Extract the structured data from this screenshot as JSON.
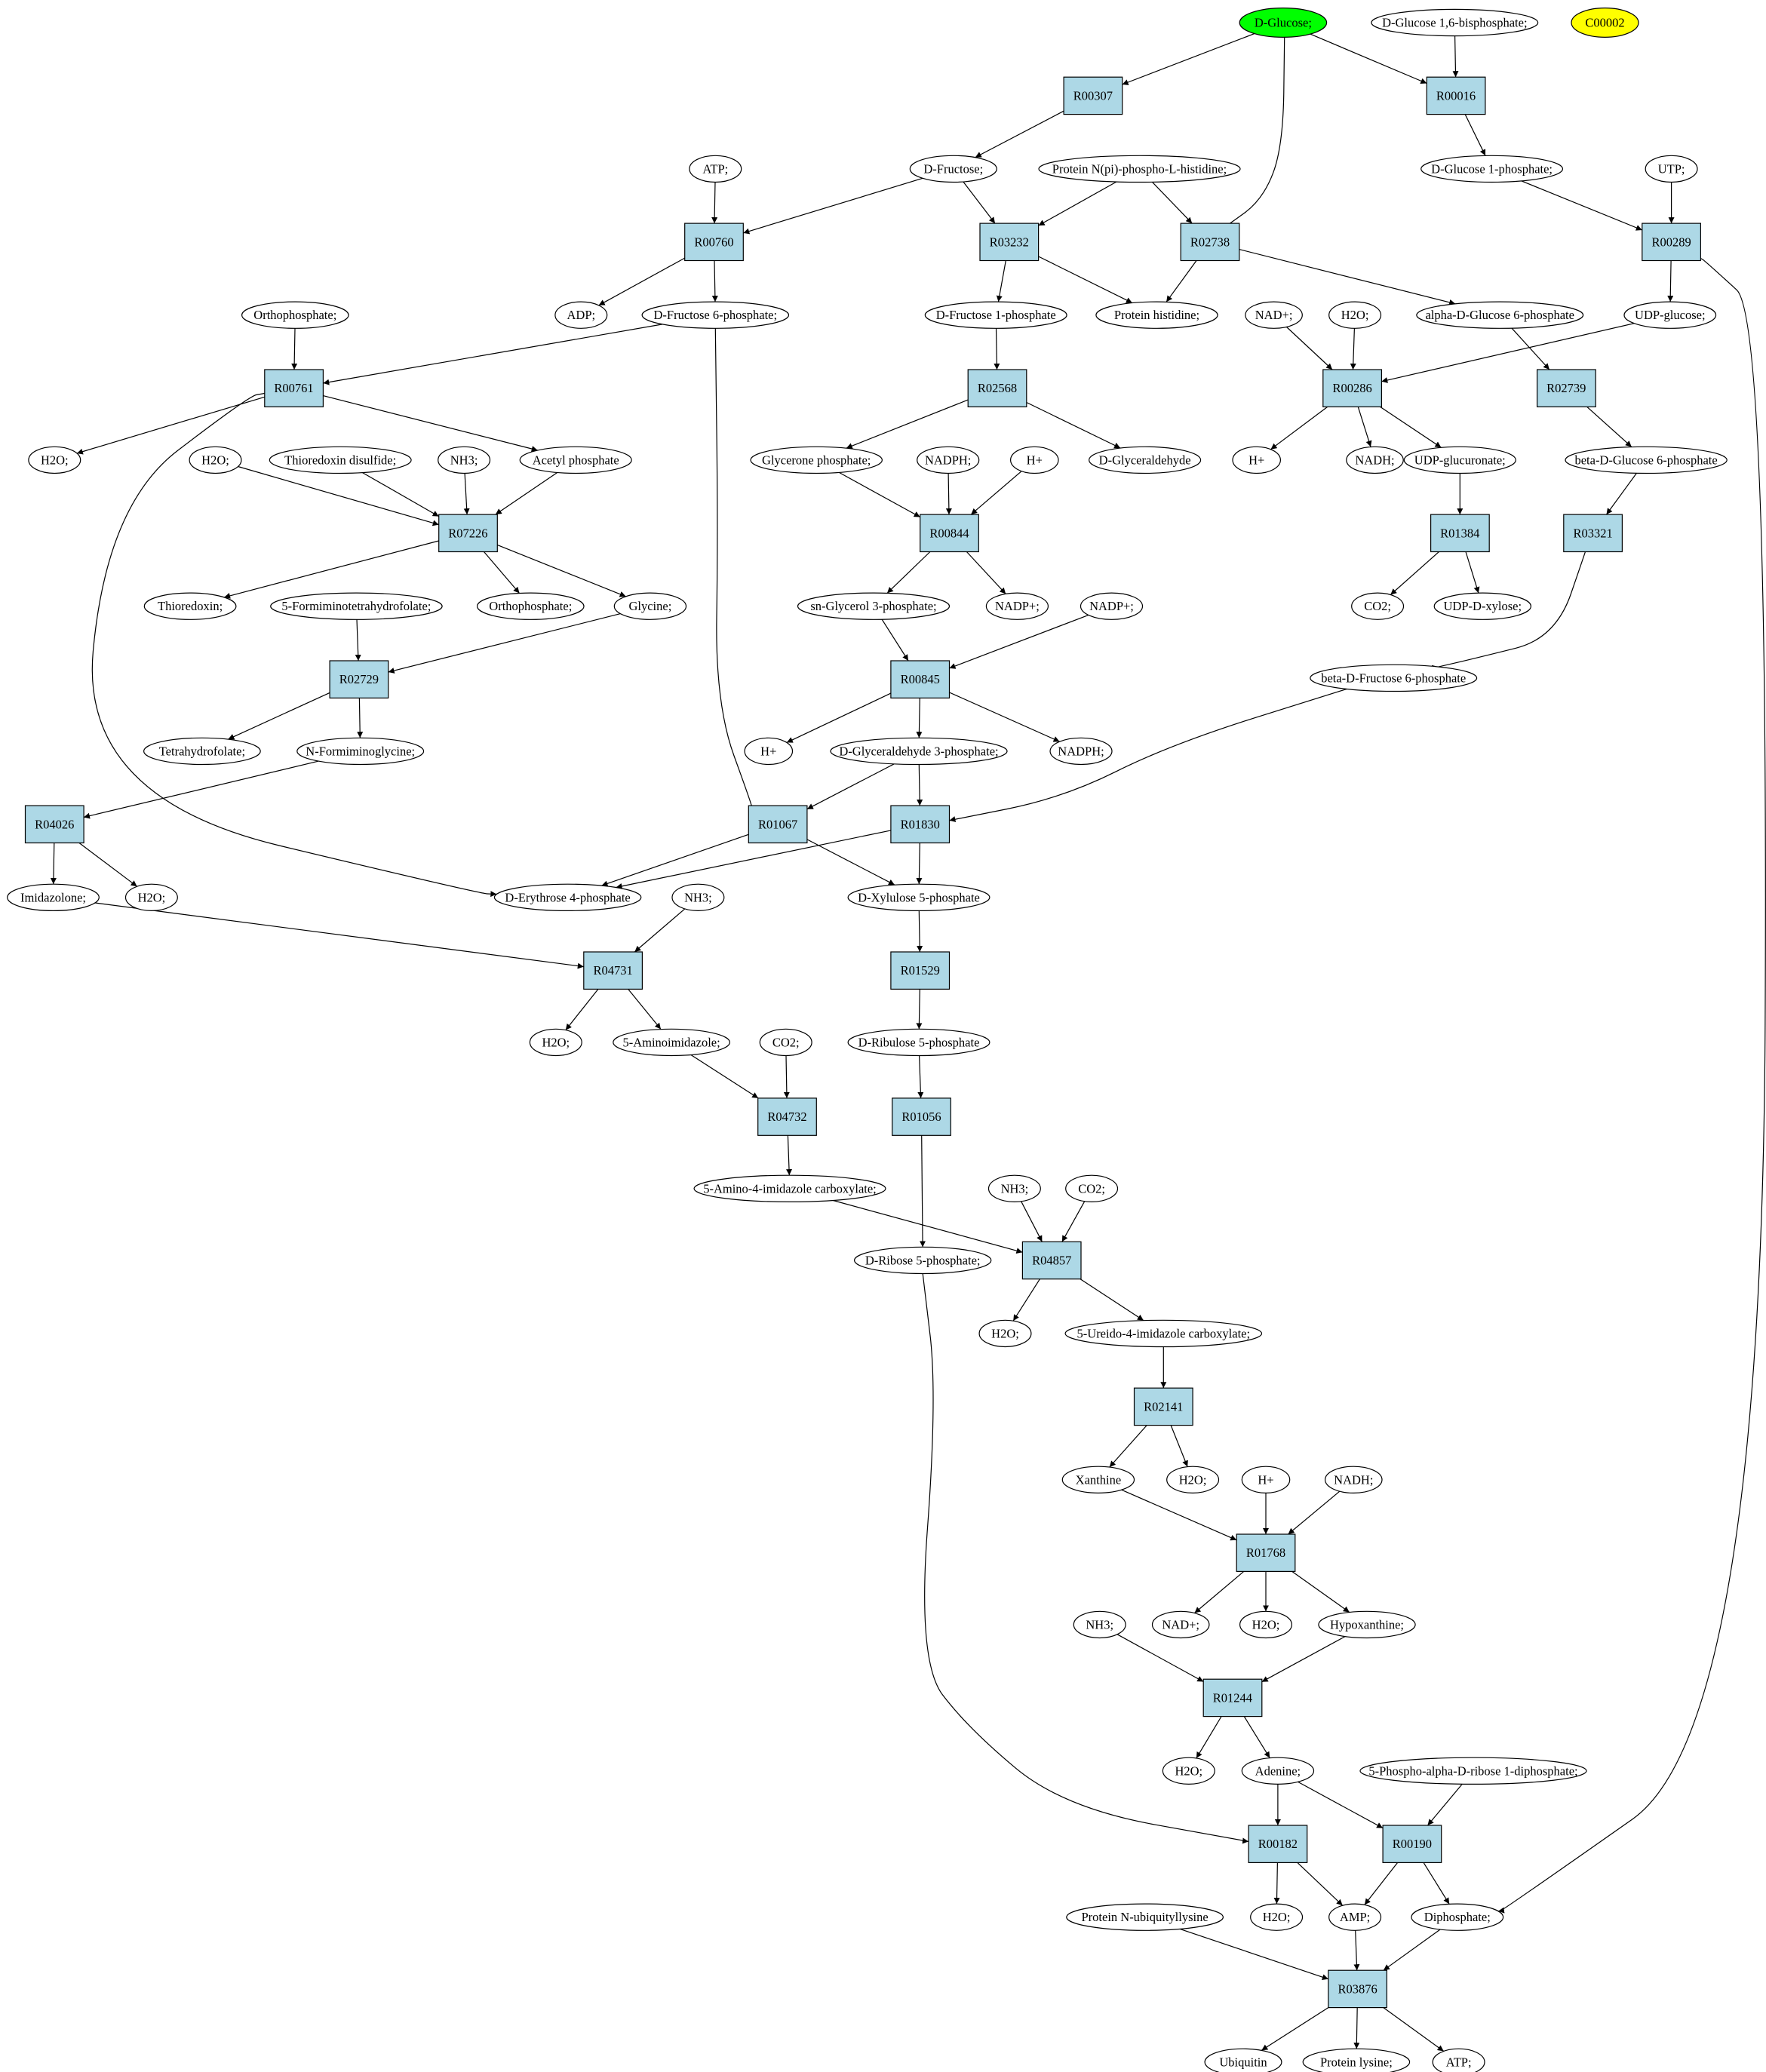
{
  "legend": {
    "seed": "D-Glucose;",
    "query": "C00002"
  },
  "colors": {
    "seed_fill": "#00ff00",
    "query_fill": "#ffff00",
    "reaction_fill": "#add8e6",
    "compound_fill": "#ffffff",
    "stroke": "#000000"
  },
  "nodes": [
    {
      "id": "glc",
      "label": "D-Glucose;",
      "kind": "seed"
    },
    {
      "id": "g16bp",
      "label": "D-Glucose 1,6-bisphosphate;",
      "kind": "compound"
    },
    {
      "id": "c00002",
      "label": "C00002",
      "kind": "query"
    },
    {
      "id": "R00307",
      "label": "R00307",
      "kind": "reaction"
    },
    {
      "id": "R00016",
      "label": "R00016",
      "kind": "reaction"
    },
    {
      "id": "atp1",
      "label": "ATP;",
      "kind": "compound"
    },
    {
      "id": "fru",
      "label": "D-Fructose;",
      "kind": "compound"
    },
    {
      "id": "pnph",
      "label": "Protein N(pi)-phospho-L-histidine;",
      "kind": "compound"
    },
    {
      "id": "g1p",
      "label": "D-Glucose 1-phosphate;",
      "kind": "compound"
    },
    {
      "id": "utp",
      "label": "UTP;",
      "kind": "compound"
    },
    {
      "id": "R00760",
      "label": "R00760",
      "kind": "reaction"
    },
    {
      "id": "R03232",
      "label": "R03232",
      "kind": "reaction"
    },
    {
      "id": "R02738",
      "label": "R02738",
      "kind": "reaction"
    },
    {
      "id": "R00289",
      "label": "R00289",
      "kind": "reaction"
    },
    {
      "id": "orthop1",
      "label": "Orthophosphate;",
      "kind": "compound"
    },
    {
      "id": "adp",
      "label": "ADP;",
      "kind": "compound"
    },
    {
      "id": "f6p",
      "label": "D-Fructose 6-phosphate;",
      "kind": "compound"
    },
    {
      "id": "f1p",
      "label": "D-Fructose 1-phosphate",
      "kind": "compound"
    },
    {
      "id": "phis",
      "label": "Protein histidine;",
      "kind": "compound"
    },
    {
      "id": "nadp1",
      "label": "NAD+;",
      "kind": "compound"
    },
    {
      "id": "h2o_a",
      "label": "H2O;",
      "kind": "compound"
    },
    {
      "id": "ag6p",
      "label": "alpha-D-Glucose 6-phosphate",
      "kind": "compound"
    },
    {
      "id": "udpg",
      "label": "UDP-glucose;",
      "kind": "compound"
    },
    {
      "id": "R00761",
      "label": "R00761",
      "kind": "reaction"
    },
    {
      "id": "R02568",
      "label": "R02568",
      "kind": "reaction"
    },
    {
      "id": "R00286",
      "label": "R00286",
      "kind": "reaction"
    },
    {
      "id": "R02739",
      "label": "R02739",
      "kind": "reaction"
    },
    {
      "id": "h2o_b",
      "label": "H2O;",
      "kind": "compound"
    },
    {
      "id": "h2o_c",
      "label": "H2O;",
      "kind": "compound"
    },
    {
      "id": "trxs",
      "label": "Thioredoxin disulfide;",
      "kind": "compound"
    },
    {
      "id": "nh3_a",
      "label": "NH3;",
      "kind": "compound"
    },
    {
      "id": "acp",
      "label": "Acetyl phosphate",
      "kind": "compound"
    },
    {
      "id": "glyp",
      "label": "Glycerone phosphate;",
      "kind": "compound"
    },
    {
      "id": "nadph_a",
      "label": "NADPH;",
      "kind": "compound"
    },
    {
      "id": "hplus_a",
      "label": "H+",
      "kind": "compound"
    },
    {
      "id": "glyald",
      "label": "D-Glyceraldehyde",
      "kind": "compound"
    },
    {
      "id": "hplus_b",
      "label": "H+",
      "kind": "compound"
    },
    {
      "id": "nadh_a",
      "label": "NADH;",
      "kind": "compound"
    },
    {
      "id": "udpglcA",
      "label": "UDP-glucuronate;",
      "kind": "compound"
    },
    {
      "id": "bg6p",
      "label": "beta-D-Glucose 6-phosphate",
      "kind": "compound"
    },
    {
      "id": "R07226",
      "label": "R07226",
      "kind": "reaction"
    },
    {
      "id": "R00844",
      "label": "R00844",
      "kind": "reaction"
    },
    {
      "id": "R01384",
      "label": "R01384",
      "kind": "reaction"
    },
    {
      "id": "R03321",
      "label": "R03321",
      "kind": "reaction"
    },
    {
      "id": "trx",
      "label": "Thioredoxin;",
      "kind": "compound"
    },
    {
      "id": "fthf",
      "label": "5-Formiminotetrahydrofolate;",
      "kind": "compound"
    },
    {
      "id": "orthop2",
      "label": "Orthophosphate;",
      "kind": "compound"
    },
    {
      "id": "gly",
      "label": "Glycine;",
      "kind": "compound"
    },
    {
      "id": "g3p",
      "label": "sn-Glycerol 3-phosphate;",
      "kind": "compound"
    },
    {
      "id": "nadpp_a",
      "label": "NADP+;",
      "kind": "compound"
    },
    {
      "id": "nadpp_b",
      "label": "NADP+;",
      "kind": "compound"
    },
    {
      "id": "co2_a",
      "label": "CO2;",
      "kind": "compound"
    },
    {
      "id": "udpxyl",
      "label": "UDP-D-xylose;",
      "kind": "compound"
    },
    {
      "id": "bf6p",
      "label": "beta-D-Fructose 6-phosphate",
      "kind": "compound"
    },
    {
      "id": "R02729",
      "label": "R02729",
      "kind": "reaction"
    },
    {
      "id": "R00845",
      "label": "R00845",
      "kind": "reaction"
    },
    {
      "id": "thf",
      "label": "Tetrahydrofolate;",
      "kind": "compound"
    },
    {
      "id": "nfgly",
      "label": "N-Formiminoglycine;",
      "kind": "compound"
    },
    {
      "id": "hplus_c",
      "label": "H+",
      "kind": "compound"
    },
    {
      "id": "gap",
      "label": "D-Glyceraldehyde 3-phosphate;",
      "kind": "compound"
    },
    {
      "id": "nadph_b",
      "label": "NADPH;",
      "kind": "compound"
    },
    {
      "id": "R04026",
      "label": "R04026",
      "kind": "reaction"
    },
    {
      "id": "R01067",
      "label": "R01067",
      "kind": "reaction"
    },
    {
      "id": "R01830",
      "label": "R01830",
      "kind": "reaction"
    },
    {
      "id": "imid",
      "label": "Imidazolone;",
      "kind": "compound"
    },
    {
      "id": "h2o_d",
      "label": "H2O;",
      "kind": "compound"
    },
    {
      "id": "e4p",
      "label": "D-Erythrose 4-phosphate",
      "kind": "compound"
    },
    {
      "id": "nh3_b",
      "label": "NH3;",
      "kind": "compound"
    },
    {
      "id": "xu5p",
      "label": "D-Xylulose 5-phosphate",
      "kind": "compound"
    },
    {
      "id": "R04731",
      "label": "R04731",
      "kind": "reaction"
    },
    {
      "id": "R01529",
      "label": "R01529",
      "kind": "reaction"
    },
    {
      "id": "h2o_e",
      "label": "H2O;",
      "kind": "compound"
    },
    {
      "id": "aimid",
      "label": "5-Aminoimidazole;",
      "kind": "compound"
    },
    {
      "id": "co2_b",
      "label": "CO2;",
      "kind": "compound"
    },
    {
      "id": "ru5p",
      "label": "D-Ribulose 5-phosphate",
      "kind": "compound"
    },
    {
      "id": "R04732",
      "label": "R04732",
      "kind": "reaction"
    },
    {
      "id": "R01056",
      "label": "R01056",
      "kind": "reaction"
    },
    {
      "id": "aic",
      "label": "5-Amino-4-imidazole carboxylate;",
      "kind": "compound"
    },
    {
      "id": "nh3_c",
      "label": "NH3;",
      "kind": "compound"
    },
    {
      "id": "co2_c",
      "label": "CO2;",
      "kind": "compound"
    },
    {
      "id": "r5p",
      "label": "D-Ribose 5-phosphate;",
      "kind": "compound"
    },
    {
      "id": "R04857",
      "label": "R04857",
      "kind": "reaction"
    },
    {
      "id": "h2o_f",
      "label": "H2O;",
      "kind": "compound"
    },
    {
      "id": "uic",
      "label": "5-Ureido-4-imidazole carboxylate;",
      "kind": "compound"
    },
    {
      "id": "R02141",
      "label": "R02141",
      "kind": "reaction"
    },
    {
      "id": "xan",
      "label": "Xanthine",
      "kind": "compound"
    },
    {
      "id": "h2o_g",
      "label": "H2O;",
      "kind": "compound"
    },
    {
      "id": "hplus_d",
      "label": "H+",
      "kind": "compound"
    },
    {
      "id": "nadh_b",
      "label": "NADH;",
      "kind": "compound"
    },
    {
      "id": "R01768",
      "label": "R01768",
      "kind": "reaction"
    },
    {
      "id": "nh3_d",
      "label": "NH3;",
      "kind": "compound"
    },
    {
      "id": "nadp_b",
      "label": "NAD+;",
      "kind": "compound"
    },
    {
      "id": "h2o_h",
      "label": "H2O;",
      "kind": "compound"
    },
    {
      "id": "hypx",
      "label": "Hypoxanthine;",
      "kind": "compound"
    },
    {
      "id": "R01244",
      "label": "R01244",
      "kind": "reaction"
    },
    {
      "id": "h2o_i",
      "label": "H2O;",
      "kind": "compound"
    },
    {
      "id": "ade",
      "label": "Adenine;",
      "kind": "compound"
    },
    {
      "id": "prpp",
      "label": "5-Phospho-alpha-D-ribose 1-diphosphate;",
      "kind": "compound"
    },
    {
      "id": "R00182",
      "label": "R00182",
      "kind": "reaction"
    },
    {
      "id": "R00190",
      "label": "R00190",
      "kind": "reaction"
    },
    {
      "id": "pnub",
      "label": "Protein N-ubiquityllysine",
      "kind": "compound"
    },
    {
      "id": "h2o_j",
      "label": "H2O;",
      "kind": "compound"
    },
    {
      "id": "amp",
      "label": "AMP;",
      "kind": "compound"
    },
    {
      "id": "ppi",
      "label": "Diphosphate;",
      "kind": "compound"
    },
    {
      "id": "R03876",
      "label": "R03876",
      "kind": "reaction"
    },
    {
      "id": "ubq",
      "label": "Ubiquitin",
      "kind": "compound"
    },
    {
      "id": "plys",
      "label": "Protein lysine;",
      "kind": "compound"
    },
    {
      "id": "atp2",
      "label": "ATP;",
      "kind": "compound"
    }
  ],
  "edges": [
    [
      "glc",
      "R00307"
    ],
    [
      "glc",
      "R00016"
    ],
    [
      "glc",
      "R02738"
    ],
    [
      "g16bp",
      "R00016"
    ],
    [
      "R00307",
      "fru"
    ],
    [
      "R00016",
      "g1p"
    ],
    [
      "atp1",
      "R00760"
    ],
    [
      "fru",
      "R00760"
    ],
    [
      "fru",
      "R03232"
    ],
    [
      "pnph",
      "R03232"
    ],
    [
      "pnph",
      "R02738"
    ],
    [
      "g1p",
      "R00289"
    ],
    [
      "utp",
      "R00289"
    ],
    [
      "R00760",
      "adp"
    ],
    [
      "R00760",
      "f6p"
    ],
    [
      "R03232",
      "f1p"
    ],
    [
      "R03232",
      "phis"
    ],
    [
      "R02738",
      "phis"
    ],
    [
      "R02738",
      "ag6p"
    ],
    [
      "R00289",
      "udpg"
    ],
    [
      "R00289",
      "ppi"
    ],
    [
      "orthop1",
      "R00761"
    ],
    [
      "f6p",
      "R00761"
    ],
    [
      "f6p",
      "R01067"
    ],
    [
      "f1p",
      "R02568"
    ],
    [
      "nadp1",
      "R00286"
    ],
    [
      "h2o_a",
      "R00286"
    ],
    [
      "udpg",
      "R00286"
    ],
    [
      "ag6p",
      "R02739"
    ],
    [
      "R00761",
      "h2o_b"
    ],
    [
      "R00761",
      "acp"
    ],
    [
      "R00761",
      "e4p"
    ],
    [
      "R02568",
      "glyp"
    ],
    [
      "R02568",
      "glyald"
    ],
    [
      "R00286",
      "hplus_b"
    ],
    [
      "R00286",
      "nadh_a"
    ],
    [
      "R00286",
      "udpglcA"
    ],
    [
      "R02739",
      "bg6p"
    ],
    [
      "h2o_c",
      "R07226"
    ],
    [
      "trxs",
      "R07226"
    ],
    [
      "nh3_a",
      "R07226"
    ],
    [
      "acp",
      "R07226"
    ],
    [
      "glyp",
      "R00844"
    ],
    [
      "nadph_a",
      "R00844"
    ],
    [
      "hplus_a",
      "R00844"
    ],
    [
      "udpglcA",
      "R01384"
    ],
    [
      "bg6p",
      "R03321"
    ],
    [
      "R07226",
      "trx"
    ],
    [
      "R07226",
      "orthop2"
    ],
    [
      "R07226",
      "gly"
    ],
    [
      "R00844",
      "g3p"
    ],
    [
      "R00844",
      "nadpp_a"
    ],
    [
      "R01384",
      "co2_a"
    ],
    [
      "R01384",
      "udpxyl"
    ],
    [
      "R03321",
      "bf6p"
    ],
    [
      "fthf",
      "R02729"
    ],
    [
      "gly",
      "R02729"
    ],
    [
      "g3p",
      "R00845"
    ],
    [
      "nadpp_b",
      "R00845"
    ],
    [
      "R02729",
      "thf"
    ],
    [
      "R02729",
      "nfgly"
    ],
    [
      "R00845",
      "hplus_c"
    ],
    [
      "R00845",
      "gap"
    ],
    [
      "R00845",
      "nadph_b"
    ],
    [
      "nfgly",
      "R04026"
    ],
    [
      "gap",
      "R01067"
    ],
    [
      "gap",
      "R01830"
    ],
    [
      "bf6p",
      "R01830"
    ],
    [
      "R04026",
      "imid"
    ],
    [
      "R04026",
      "h2o_d"
    ],
    [
      "R01067",
      "e4p"
    ],
    [
      "R01067",
      "xu5p"
    ],
    [
      "R01830",
      "e4p"
    ],
    [
      "R01830",
      "xu5p"
    ],
    [
      "imid",
      "R04731"
    ],
    [
      "nh3_b",
      "R04731"
    ],
    [
      "xu5p",
      "R01529"
    ],
    [
      "R04731",
      "h2o_e"
    ],
    [
      "R04731",
      "aimid"
    ],
    [
      "R01529",
      "ru5p"
    ],
    [
      "aimid",
      "R04732"
    ],
    [
      "co2_b",
      "R04732"
    ],
    [
      "ru5p",
      "R01056"
    ],
    [
      "R04732",
      "aic"
    ],
    [
      "R01056",
      "r5p"
    ],
    [
      "aic",
      "R04857"
    ],
    [
      "nh3_c",
      "R04857"
    ],
    [
      "co2_c",
      "R04857"
    ],
    [
      "R04857",
      "h2o_f"
    ],
    [
      "R04857",
      "uic"
    ],
    [
      "uic",
      "R02141"
    ],
    [
      "R02141",
      "xan"
    ],
    [
      "R02141",
      "h2o_g"
    ],
    [
      "xan",
      "R01768"
    ],
    [
      "hplus_d",
      "R01768"
    ],
    [
      "nadh_b",
      "R01768"
    ],
    [
      "R01768",
      "nadp_b"
    ],
    [
      "R01768",
      "h2o_h"
    ],
    [
      "R01768",
      "hypx"
    ],
    [
      "nh3_d",
      "R01244"
    ],
    [
      "hypx",
      "R01244"
    ],
    [
      "R01244",
      "h2o_i"
    ],
    [
      "R01244",
      "ade"
    ],
    [
      "r5p",
      "R00182"
    ],
    [
      "ade",
      "R00182"
    ],
    [
      "ade",
      "R00190"
    ],
    [
      "prpp",
      "R00190"
    ],
    [
      "R00182",
      "h2o_j"
    ],
    [
      "R00182",
      "amp"
    ],
    [
      "R00190",
      "amp"
    ],
    [
      "R00190",
      "ppi"
    ],
    [
      "pnub",
      "R03876"
    ],
    [
      "amp",
      "R03876"
    ],
    [
      "ppi",
      "R03876"
    ],
    [
      "R03876",
      "ubq"
    ],
    [
      "R03876",
      "plys"
    ],
    [
      "R03876",
      "atp2"
    ]
  ]
}
